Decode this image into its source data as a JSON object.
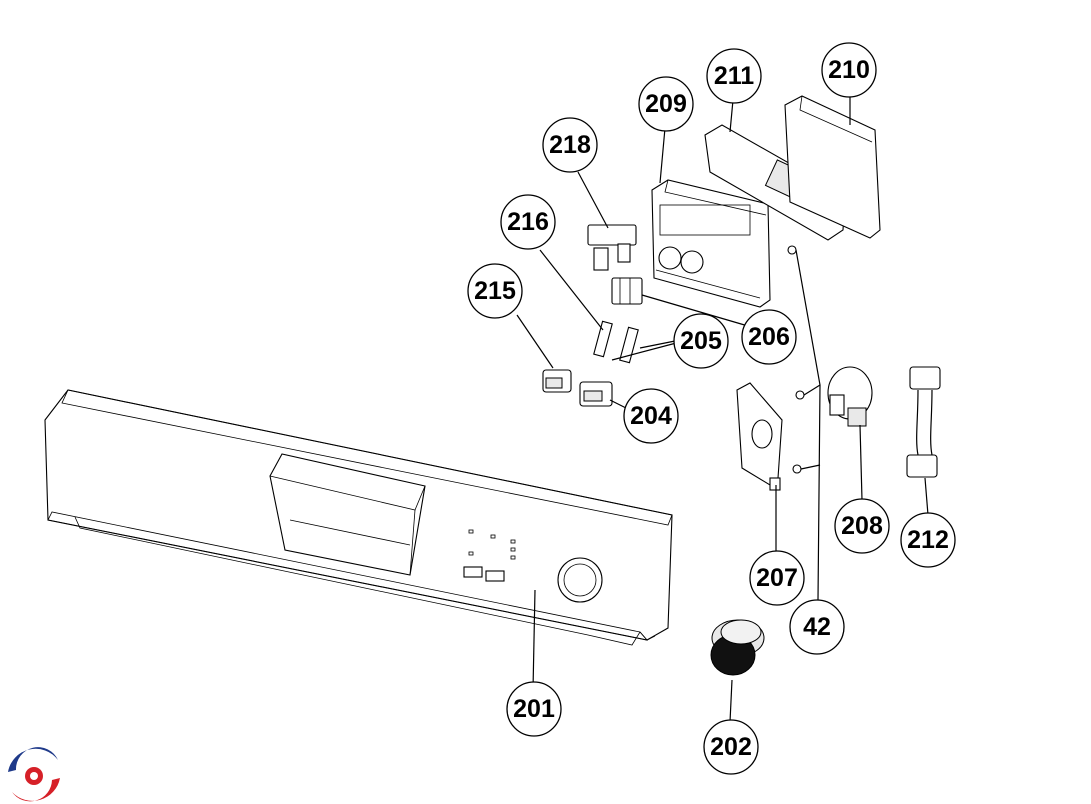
{
  "diagram": {
    "callouts": [
      {
        "id": "201",
        "label": "201"
      },
      {
        "id": "202",
        "label": "202"
      },
      {
        "id": "204",
        "label": "204"
      },
      {
        "id": "205",
        "label": "205"
      },
      {
        "id": "206",
        "label": "206"
      },
      {
        "id": "207",
        "label": "207"
      },
      {
        "id": "208",
        "label": "208"
      },
      {
        "id": "209",
        "label": "209"
      },
      {
        "id": "210",
        "label": "210"
      },
      {
        "id": "211",
        "label": "211"
      },
      {
        "id": "212",
        "label": "212"
      },
      {
        "id": "215",
        "label": "215"
      },
      {
        "id": "216",
        "label": "216"
      },
      {
        "id": "218",
        "label": "218"
      },
      {
        "id": "42",
        "label": "42"
      }
    ],
    "brand_colors": {
      "red": "#d62028",
      "blue": "#1f3a8a"
    }
  }
}
